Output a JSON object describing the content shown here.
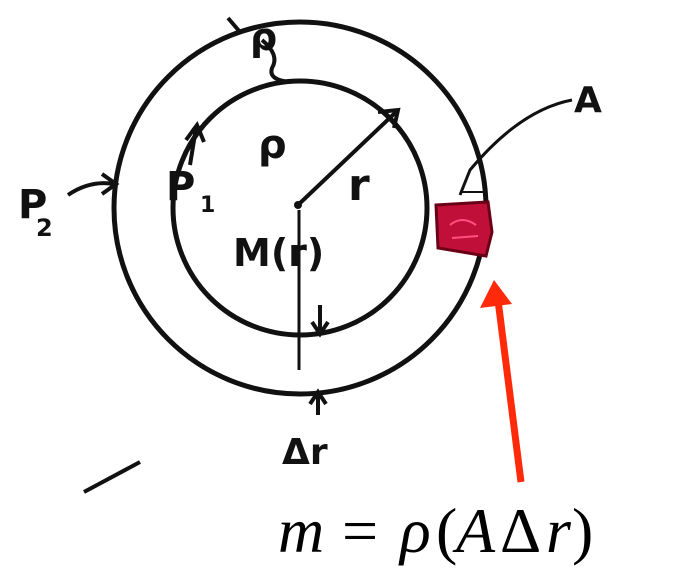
{
  "labels": {
    "outer_density": "ρ",
    "inner_density": "ρ",
    "pressure_outer_p": "P",
    "pressure_outer_sub": "2",
    "pressure_inner_p": "P",
    "pressure_inner_sub": "1",
    "radius": "r",
    "enclosed_mass": "M(r)",
    "shell_thickness": "Δr",
    "area": "A"
  },
  "equation": {
    "lhs": "m",
    "equals": "=",
    "rho": "ρ",
    "open_paren": "(",
    "a": "A",
    "delta": "Δ",
    "r": "r",
    "close_paren": ")"
  },
  "colors": {
    "ink": "#111111",
    "highlight_element": "#c0103a",
    "arrow": "#ff2a0a"
  }
}
